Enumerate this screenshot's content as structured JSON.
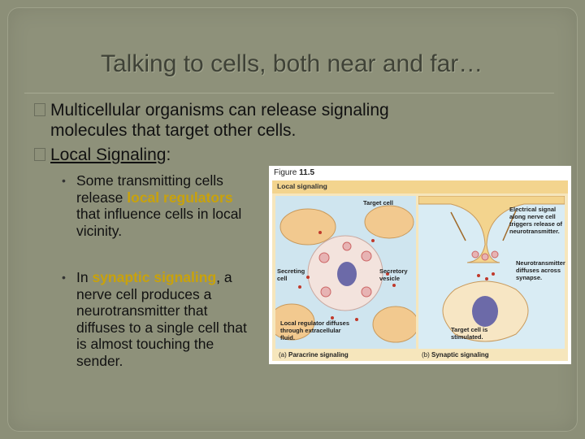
{
  "slide": {
    "title": "Talking to cells, both near and far…",
    "bullets": [
      {
        "line1": "Multicellular organisms can release signaling",
        "line2": "molecules that target other cells."
      },
      {
        "label": "Local Signaling",
        "suffix": ":"
      }
    ],
    "sub_bullets": {
      "first": {
        "pre": "Some transmitting cells release ",
        "highlight": "local regulators",
        "post": " that influence cells in local vicinity."
      },
      "second": {
        "pre": "In ",
        "highlight": "synaptic signaling",
        "post": ", a nerve cell produces a neurotransmitter that diffuses to a single cell that is almost touching the sender."
      }
    }
  },
  "figure": {
    "caption_prefix": "Figure",
    "caption_number": "11.5",
    "band_label": "Local signaling",
    "annotations": {
      "target_cell": "Target cell",
      "secreting_cell": "Secreting cell",
      "secretory_vesicle": "Secretory vesicle",
      "local_regulator": "Local regulator diffuses through extracellular fluid.",
      "electrical_signal": "Electrical signal along nerve cell triggers release of neurotransmitter.",
      "neurotransmitter": "Neurotransmitter diffuses across synapse.",
      "target_stimulated": "Target cell is stimulated."
    },
    "panel_a_letter": "(a)",
    "panel_a_label": "Paracrine signaling",
    "panel_b_letter": "(b)",
    "panel_b_label": "Synaptic signaling"
  },
  "colors": {
    "background": "#8e917a",
    "title": "#3f4237",
    "highlight": "#c9a20a",
    "cell_fill": "#f2c98f",
    "nucleus": "#6c6aa8",
    "vesicle": "#d97a7a"
  }
}
